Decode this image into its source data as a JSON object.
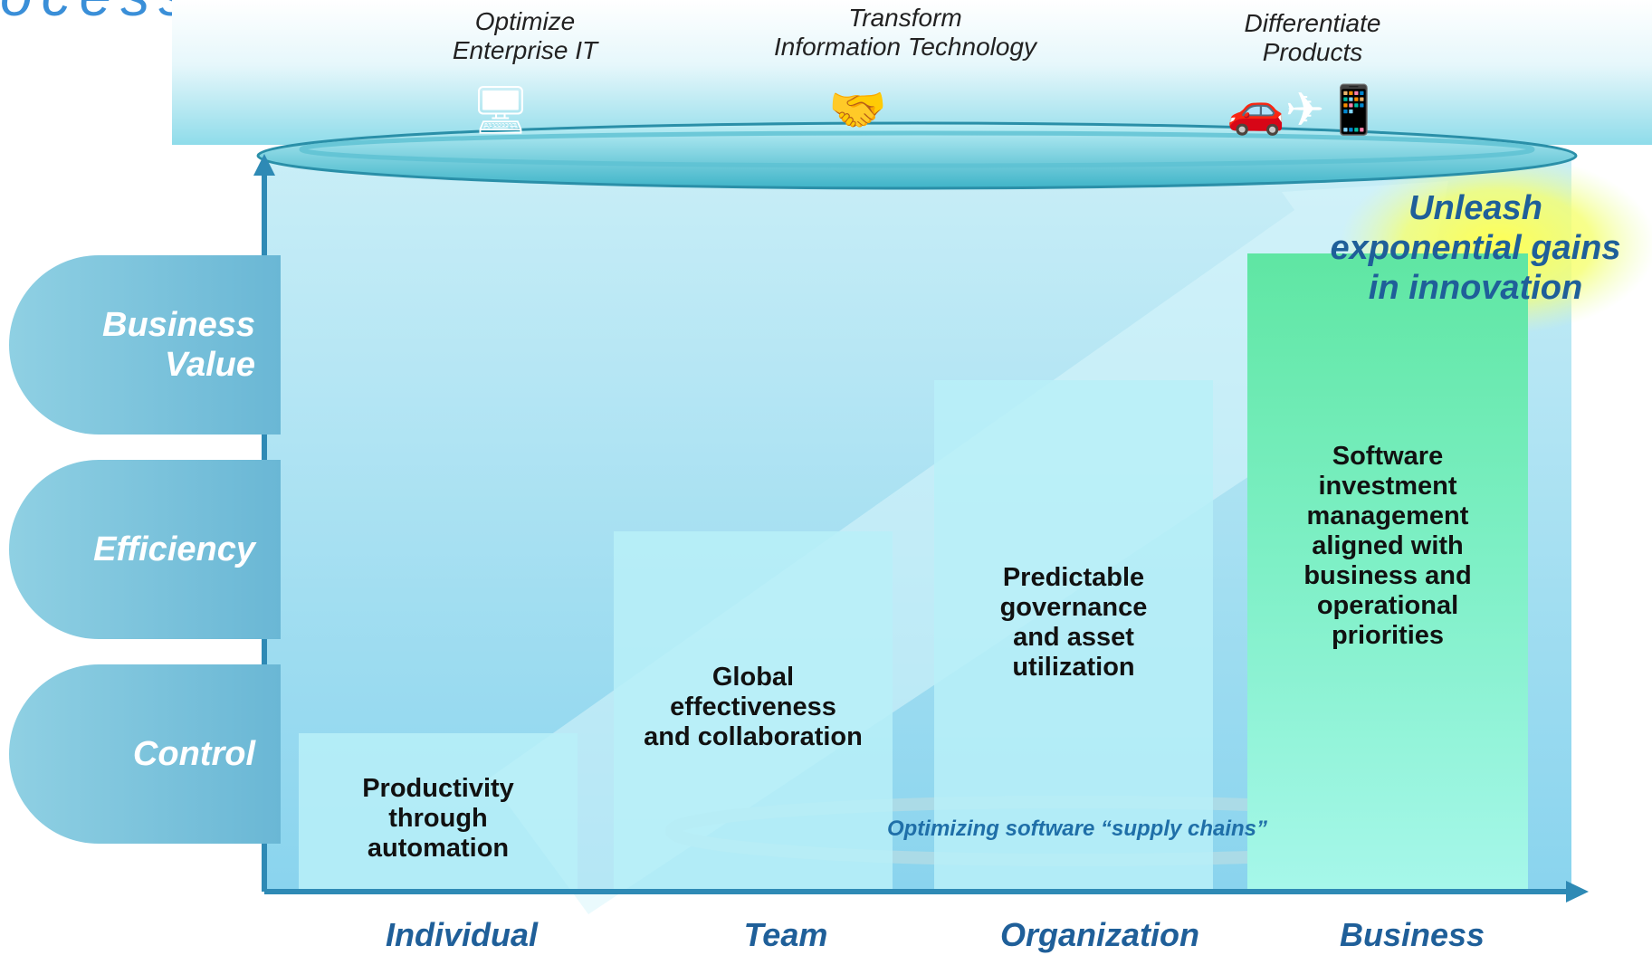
{
  "header": {
    "partial_title": "ocess"
  },
  "initiatives": [
    {
      "line1": "Optimize",
      "line2": "Enterprise IT",
      "icon": "computer-icon"
    },
    {
      "line1": "Transform",
      "line2": "Information Technology",
      "icon": "handshake-icon"
    },
    {
      "line1": "Differentiate",
      "line2": "Products",
      "icon": "products-icon"
    }
  ],
  "levels": [
    {
      "line1": "Business",
      "line2": "Value"
    },
    {
      "line1": "Efficiency",
      "line2": ""
    },
    {
      "line1": "Control",
      "line2": ""
    }
  ],
  "columns": [
    {
      "label": "Individual",
      "text": [
        "Productivity",
        "through",
        "automation"
      ]
    },
    {
      "label": "Team",
      "text": [
        "Global",
        "effectiveness",
        "and collaboration"
      ]
    },
    {
      "label": "Organization",
      "text": [
        "Predictable",
        "governance",
        "and asset",
        "utilization"
      ]
    },
    {
      "label": "Business",
      "text": [
        "Software",
        "investment",
        "management",
        "aligned with",
        "business and",
        "operational",
        "priorities"
      ]
    }
  ],
  "callout": {
    "line1": "Unleash",
    "line2": "exponential gains",
    "line3": "in innovation"
  },
  "supply_chain": "Optimizing software “supply chains”",
  "colors": {
    "axis": "#2e8ab5",
    "label_blue": "#1f5f99",
    "highlight": "#ffff55",
    "business_green": "#5fe6a3"
  }
}
